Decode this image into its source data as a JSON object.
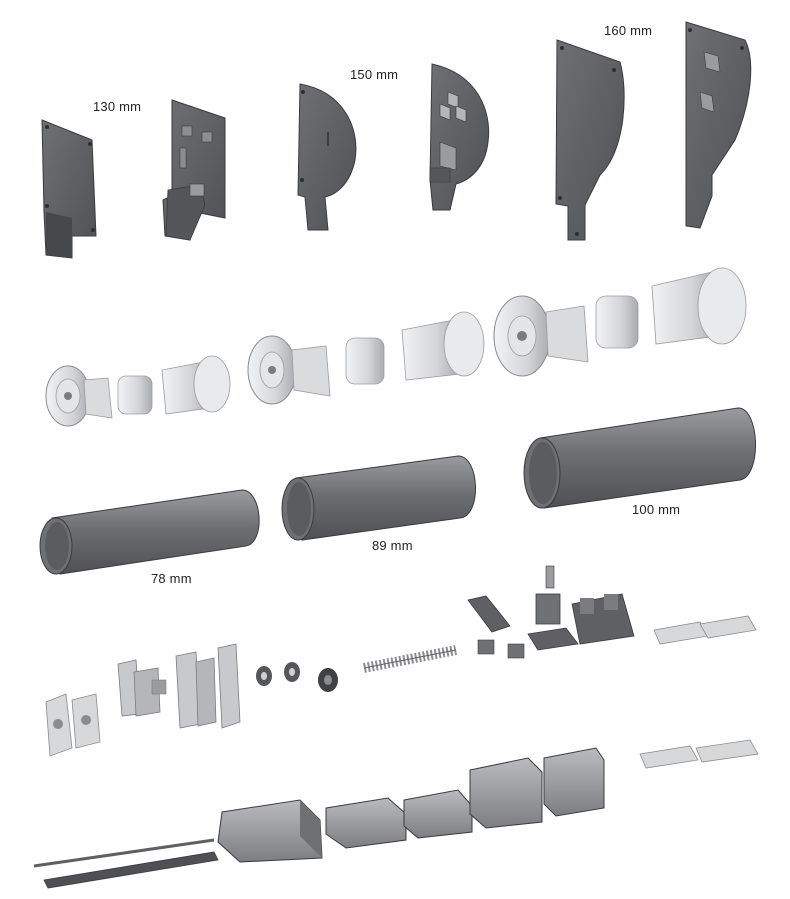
{
  "labels": {
    "bracket_130": "130 mm",
    "bracket_150": "150 mm",
    "bracket_160": "160 mm",
    "tube_78": "78 mm",
    "tube_89": "89 mm",
    "tube_100": "100 mm"
  },
  "colors": {
    "part_dark": "#5e6064",
    "part_mid": "#8a8c90",
    "part_light": "#c9cbce",
    "part_white": "#eeeff0",
    "outline": "#3a3b3e"
  }
}
